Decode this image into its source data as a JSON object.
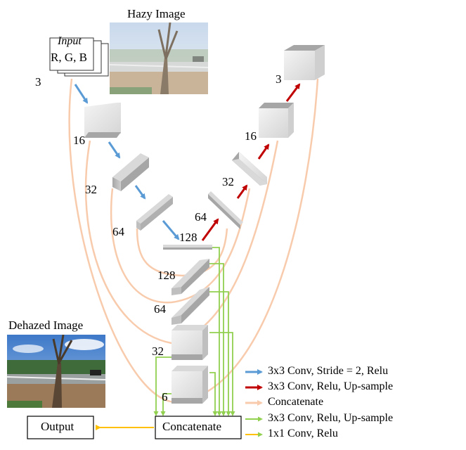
{
  "diagram": {
    "hazy_caption": "Hazy Image",
    "dehazed_caption": "Dehazed Image",
    "input_title": "Input",
    "input_channels": "R, G, B",
    "input_count": "3",
    "enc_counts": [
      "16",
      "32",
      "64",
      "128"
    ],
    "dec_counts": [
      "64",
      "32",
      "16",
      "3"
    ],
    "conv_counts": [
      "128",
      "64",
      "32",
      "6"
    ],
    "output_label": "Output",
    "concat_label": "Concatenate",
    "legend": [
      {
        "label": "3x3 Conv, Stride = 2, Relu",
        "color": "#5b9bd5"
      },
      {
        "label": "3x3 Conv, Relu, Up-sample",
        "color": "#c00000"
      },
      {
        "label": "Concatenate",
        "color": "#f8cbad"
      },
      {
        "label": "3x3 Conv, Relu, Up-sample",
        "color": "#92d050"
      },
      {
        "label": "1x1 Conv, Relu",
        "color": "#ffc000"
      }
    ]
  }
}
